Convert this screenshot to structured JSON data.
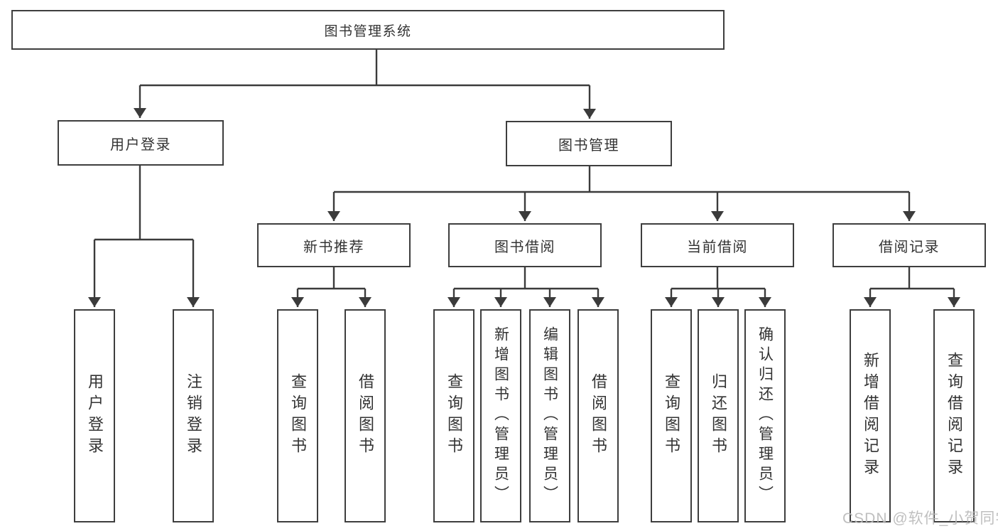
{
  "colors": {
    "line": "#3b3b3b",
    "border": "#3e3e3e",
    "text": "#333333",
    "watermark": "#b9b9b9"
  },
  "diagram": {
    "root": {
      "label": "图书管理系统"
    },
    "branches": [
      {
        "label": "用户登录",
        "children": [
          "用户登录",
          "注销登录"
        ]
      },
      {
        "label": "图书管理",
        "groups": [
          {
            "label": "新书推荐",
            "children": [
              "查询图书",
              "借阅图书"
            ]
          },
          {
            "label": "图书借阅",
            "children": [
              "查询图书",
              "新增图书（管理员）",
              "编辑图书（管理员）",
              "借阅图书"
            ]
          },
          {
            "label": "当前借阅",
            "children": [
              "查询图书",
              "归还图书",
              "确认归还（管理员）"
            ]
          },
          {
            "label": "借阅记录",
            "children": [
              "新增借阅记录",
              "查询借阅记录"
            ]
          }
        ]
      }
    ]
  },
  "watermark": {
    "text": "CSDN @软件_小贺同学"
  }
}
